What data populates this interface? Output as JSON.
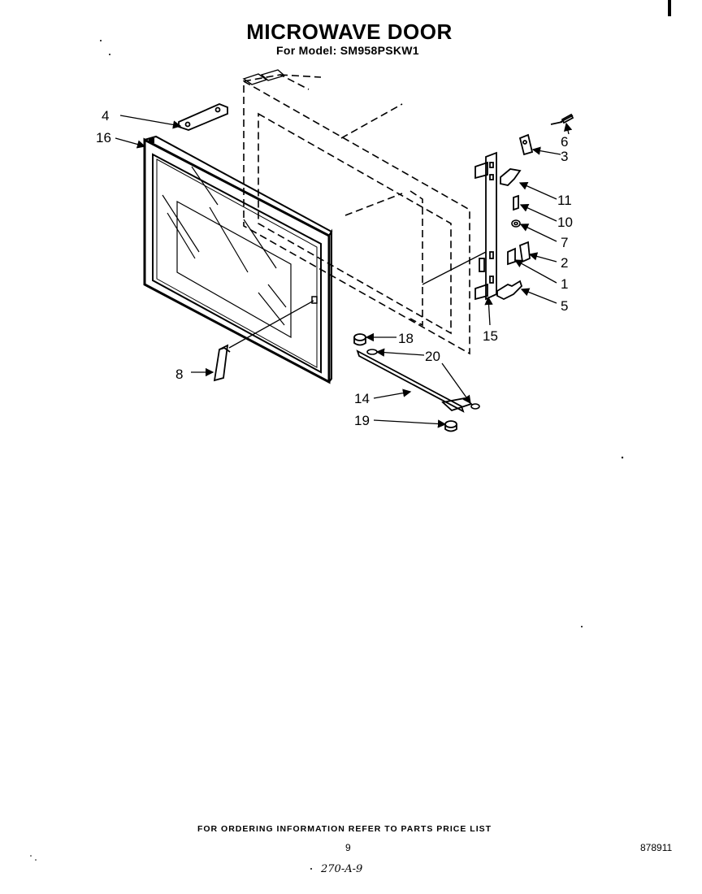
{
  "title": "MICROWAVE DOOR",
  "subtitle": "For Model: SM958PSKW1",
  "footer": {
    "ordering_note": "FOR ORDERING INFORMATION REFER TO PARTS PRICE LIST",
    "page_number": "9",
    "doc_code": "878911",
    "handwritten_note": "270-A-9"
  },
  "callouts": {
    "c4": "4",
    "c16": "16",
    "c8": "8",
    "c6": "6",
    "c3": "3",
    "c11": "11",
    "c10": "10",
    "c7": "7",
    "c2": "2",
    "c1": "1",
    "c5": "5",
    "c15": "15",
    "c18": "18",
    "c20": "20",
    "c14": "14",
    "c19": "19"
  }
}
